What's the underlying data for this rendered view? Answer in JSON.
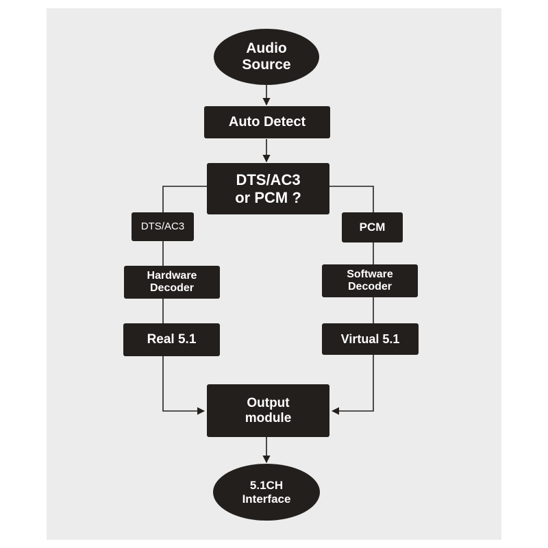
{
  "diagram": {
    "nodes": {
      "audio_source": {
        "lines": [
          "Audio",
          "Source"
        ]
      },
      "auto_detect": {
        "lines": [
          "Auto Detect"
        ]
      },
      "decision": {
        "lines": [
          "DTS/AC3",
          "or PCM ?"
        ]
      },
      "dts_ac3": {
        "lines": [
          "DTS/AC3"
        ]
      },
      "pcm": {
        "lines": [
          "PCM"
        ]
      },
      "hardware_decoder": {
        "lines": [
          "Hardware",
          "Decoder"
        ]
      },
      "software_decoder": {
        "lines": [
          "Software",
          "Decoder"
        ]
      },
      "real_51": {
        "lines": [
          "Real 5.1"
        ]
      },
      "virtual_51": {
        "lines": [
          "Virtual 5.1"
        ]
      },
      "output_module": {
        "lines": [
          "Output",
          "module"
        ]
      },
      "interface": {
        "lines": [
          "5.1CH",
          "Interface"
        ]
      }
    },
    "colors": {
      "node_fill": "#231f1c",
      "node_text": "#ffffff",
      "connector": "#231f1c",
      "panel": "#ececec",
      "page": "#ffffff"
    }
  }
}
